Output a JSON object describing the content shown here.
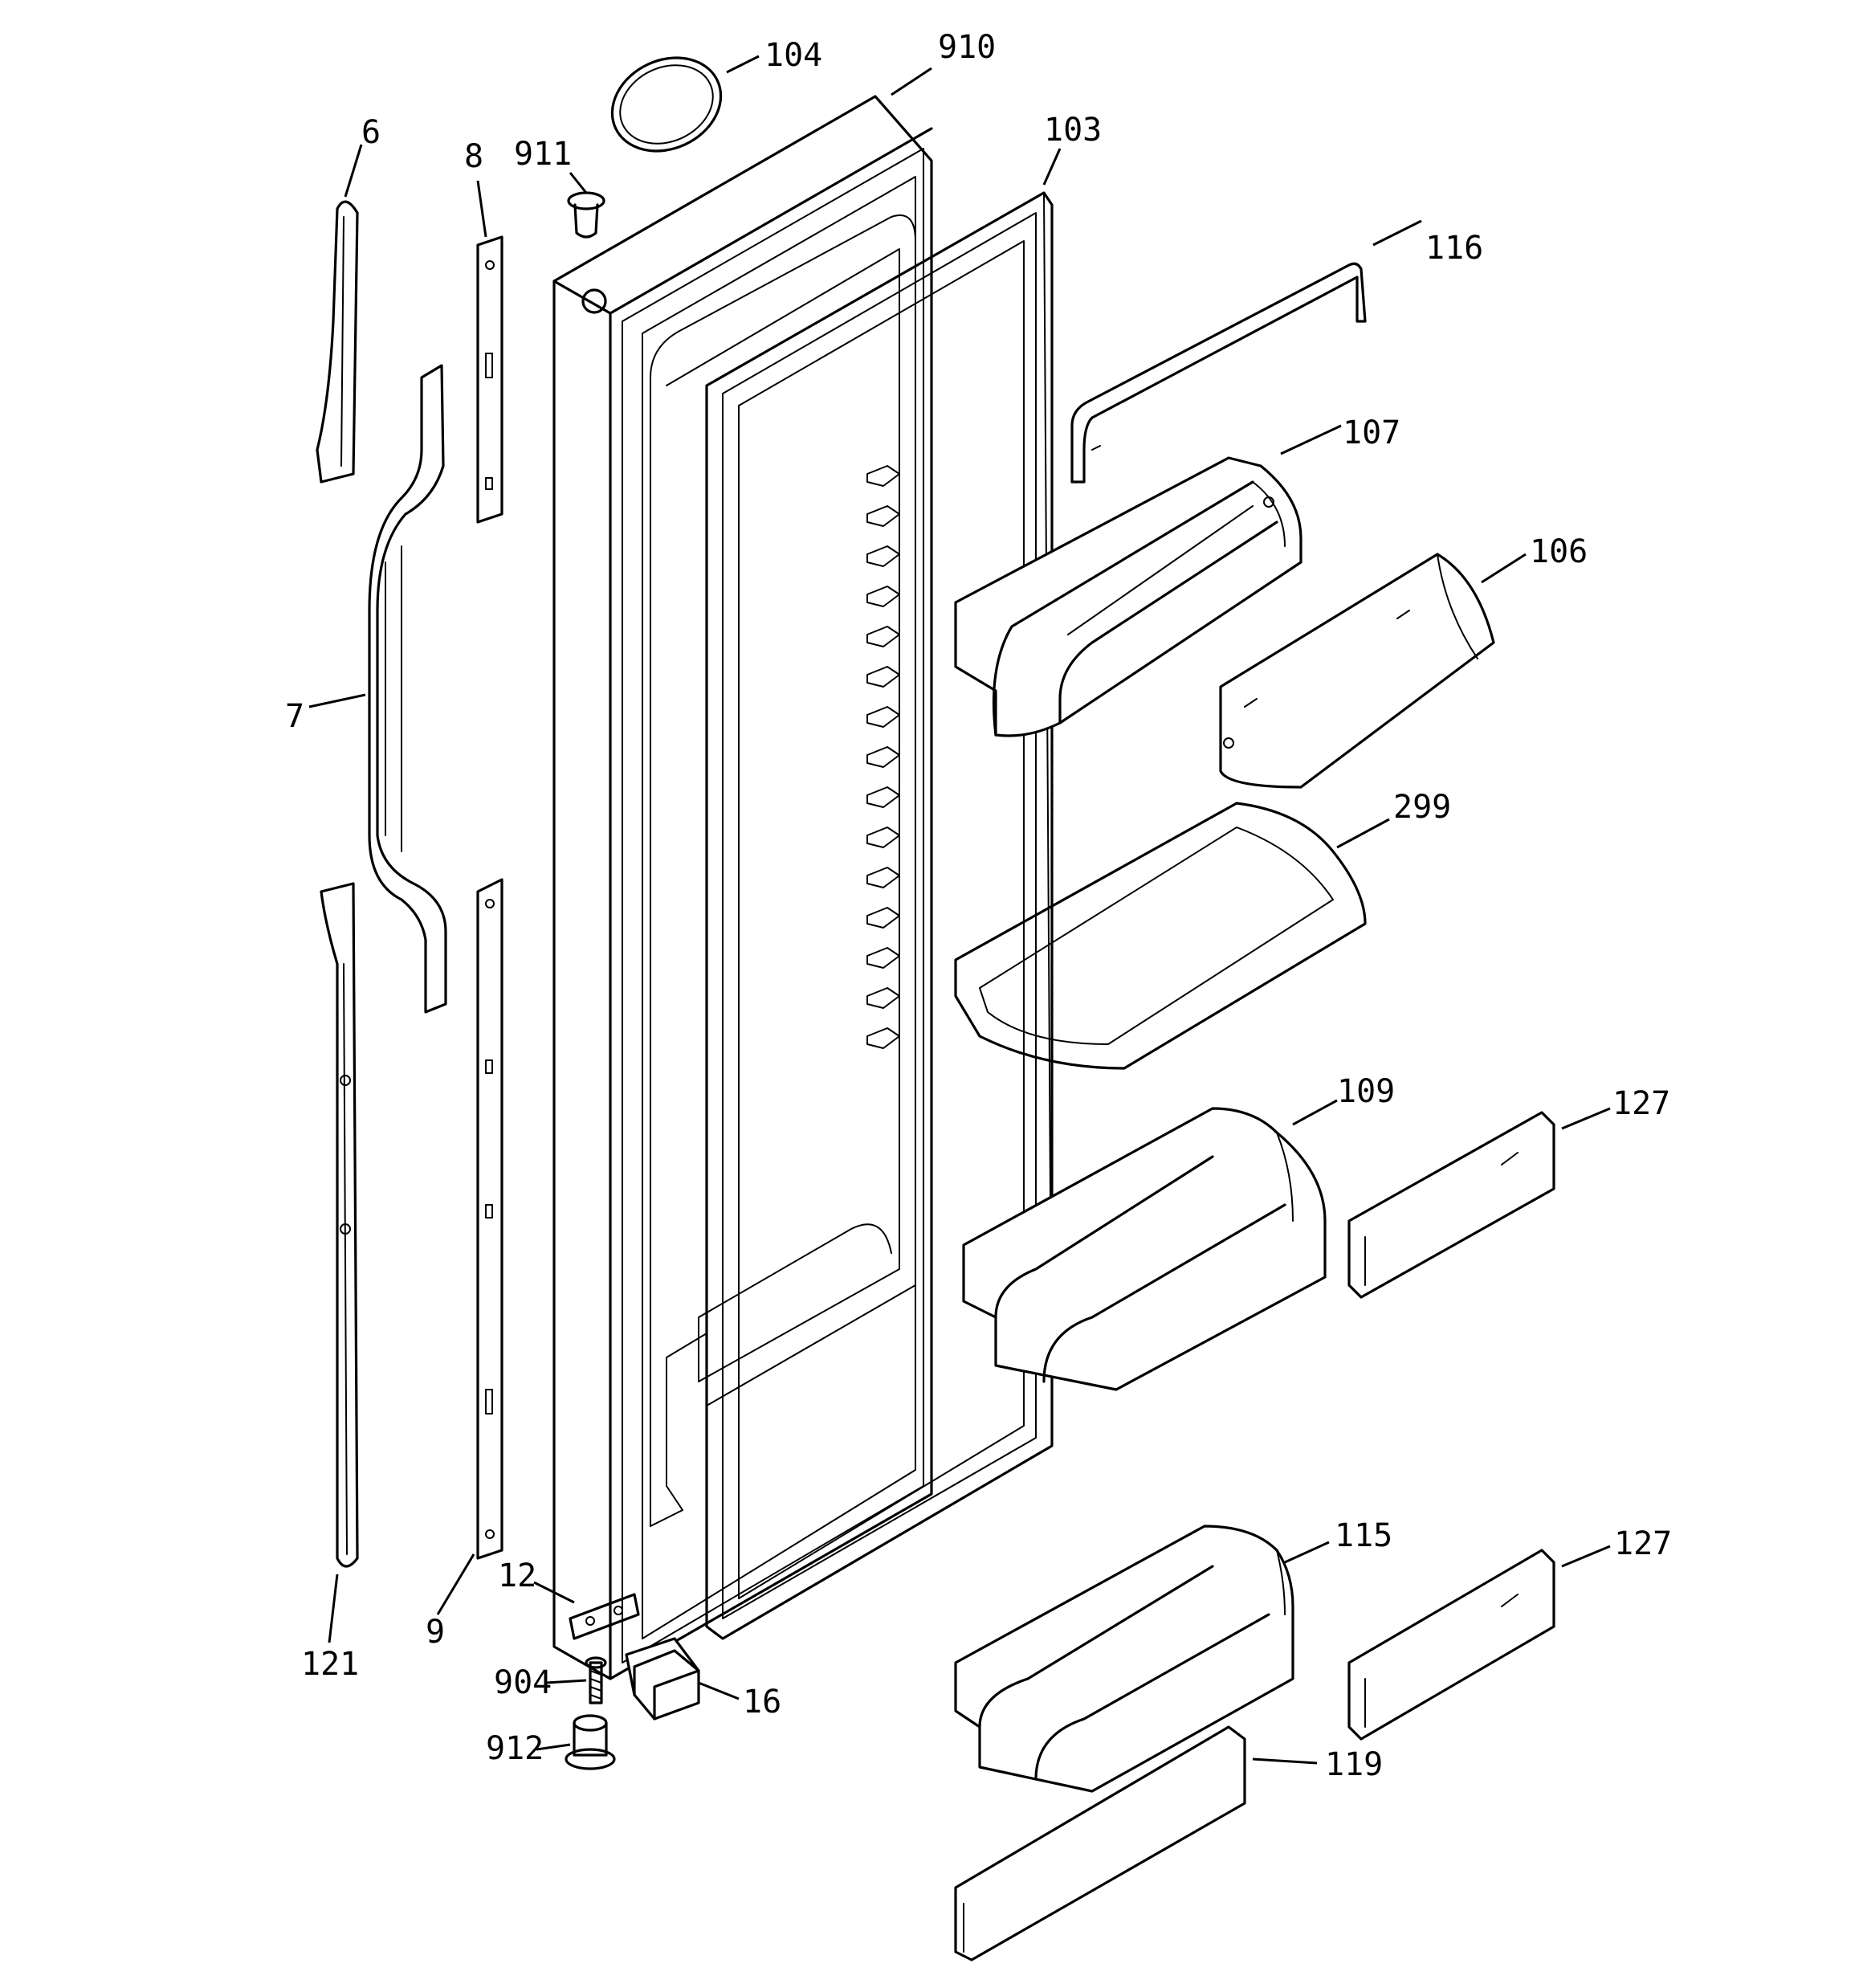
{
  "callouts": [
    {
      "id": "c104",
      "text": "104"
    },
    {
      "id": "c910",
      "text": "910"
    },
    {
      "id": "c103",
      "text": "103"
    },
    {
      "id": "c911",
      "text": "911"
    },
    {
      "id": "c6",
      "text": "6"
    },
    {
      "id": "c8",
      "text": "8"
    },
    {
      "id": "c116",
      "text": "116"
    },
    {
      "id": "c107",
      "text": "107"
    },
    {
      "id": "c106",
      "text": "106"
    },
    {
      "id": "c7",
      "text": "7"
    },
    {
      "id": "c299",
      "text": "299"
    },
    {
      "id": "c109",
      "text": "109"
    },
    {
      "id": "c127a",
      "text": "127"
    },
    {
      "id": "c115",
      "text": "115"
    },
    {
      "id": "c127b",
      "text": "127"
    },
    {
      "id": "c121",
      "text": "121"
    },
    {
      "id": "c9",
      "text": "9"
    },
    {
      "id": "c12",
      "text": "12"
    },
    {
      "id": "c904",
      "text": "904"
    },
    {
      "id": "c16",
      "text": "16"
    },
    {
      "id": "c912",
      "text": "912"
    },
    {
      "id": "c119",
      "text": "119"
    }
  ]
}
